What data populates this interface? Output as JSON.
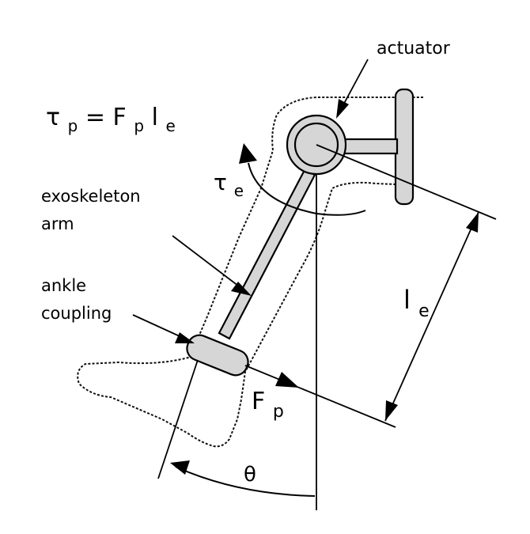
{
  "labels": {
    "actuator": "actuator",
    "exoskeleton_line1": "exoskeleton",
    "exoskeleton_line2": "arm",
    "ankle_line1": "ankle",
    "ankle_line2": "coupling",
    "theta": "θ",
    "torque_e": {
      "symbol": "τ",
      "sub": "e"
    },
    "force_p": {
      "symbol": "F",
      "sub": "p"
    },
    "length_e": {
      "symbol": "l",
      "sub": "e"
    }
  },
  "equation": {
    "tau": "τ",
    "tau_sub": "p",
    "equals": "=",
    "force": "F",
    "force_sub": "p",
    "length": "l",
    "length_sub": "e"
  }
}
